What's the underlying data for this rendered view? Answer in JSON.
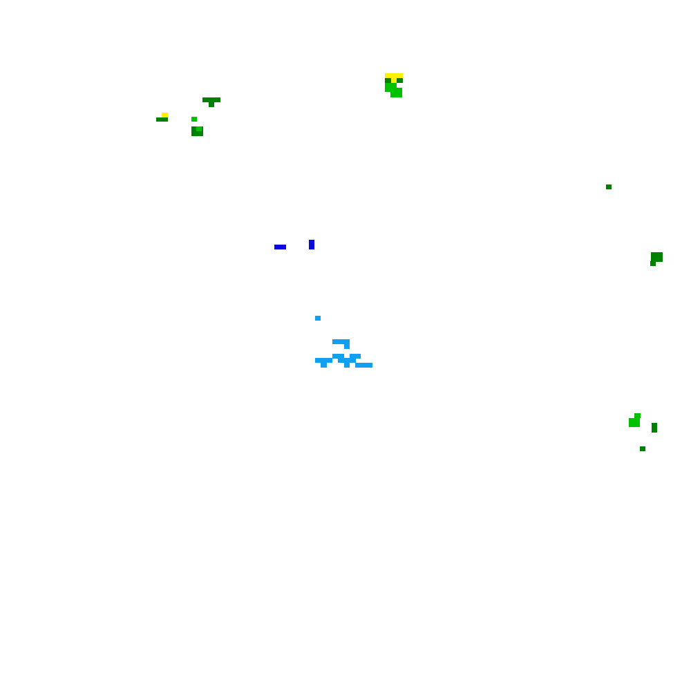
{
  "palette": {
    "background": "#ffffff",
    "yellow": "#ffef00",
    "bright_green": "#00c000",
    "dark_green": "#008000",
    "blue": "#0a0adc",
    "light_blue": "#139ff0"
  },
  "clusters": [
    {
      "name": "cluster-top-center",
      "colors": [
        "yellow",
        "bright_green",
        "dark_green"
      ]
    },
    {
      "name": "cluster-top-left",
      "colors": [
        "yellow",
        "bright_green",
        "dark_green"
      ]
    },
    {
      "name": "cluster-top-left-upper",
      "colors": [
        "dark_green"
      ]
    },
    {
      "name": "cluster-right-upper",
      "colors": [
        "dark_green"
      ]
    },
    {
      "name": "cluster-right-middle",
      "colors": [
        "dark_green"
      ]
    },
    {
      "name": "cluster-center-blue",
      "colors": [
        "blue"
      ]
    },
    {
      "name": "cluster-center-lightblue",
      "colors": [
        "light_blue"
      ]
    },
    {
      "name": "cluster-right-lower",
      "colors": [
        "bright_green",
        "dark_green"
      ]
    }
  ]
}
